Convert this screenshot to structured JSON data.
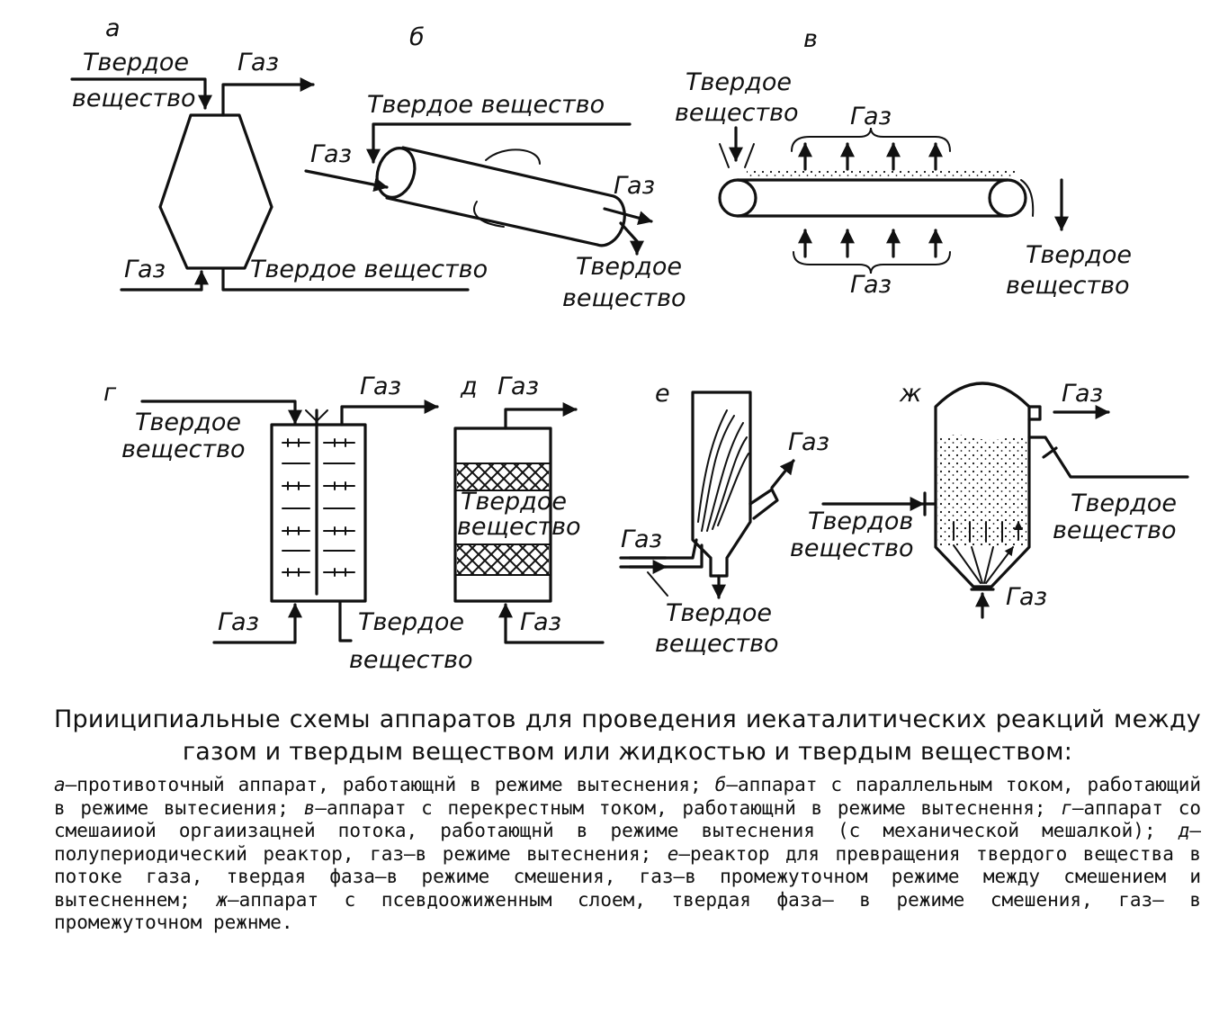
{
  "figure": {
    "panels": {
      "a": {
        "letter": "а",
        "solid_in": [
          "Твердое",
          "вещество"
        ],
        "gas_out": "Газ",
        "gas_in": "Газ",
        "solid_out": "Твердое вещество"
      },
      "b": {
        "letter": "б",
        "solid_in": "Твердое вещество",
        "gas_in": "Газ",
        "gas_out": "Газ",
        "solid_out": [
          "Твердое",
          "вещество"
        ]
      },
      "v": {
        "letter": "в",
        "solid_in": [
          "Твердое",
          "вещество"
        ],
        "gas_top": "Газ",
        "gas_bottom": "Газ",
        "solid_out": [
          "Твердое",
          "вещество"
        ]
      },
      "g": {
        "letter": "г",
        "solid_in": [
          "Твердое",
          "вещество"
        ],
        "gas_out": "Газ",
        "gas_in": "Газ",
        "solid_out": [
          "Твердое",
          "вещество"
        ]
      },
      "d": {
        "letter": "д",
        "gas_out": "Газ",
        "bed": [
          "Твердое",
          "вещество"
        ],
        "gas_in": "Газ"
      },
      "e": {
        "letter": "е",
        "gas_out": "Газ",
        "gas_in": "Газ",
        "solid_out": [
          "Твердое",
          "вещество"
        ]
      },
      "zh": {
        "letter": "ж",
        "gas_out": "Газ",
        "solid_out": [
          "Твердое",
          "вещество"
        ],
        "solid_in": [
          "Твердов",
          "вещество"
        ],
        "gas_in": "Газ"
      }
    }
  },
  "caption": {
    "title": "Прииципиальные схемы аппаратов для проведения иекаталитических реакций между газом и твердым веществом или жидкостью и твердым веществом:",
    "items": [
      {
        "key": "а",
        "text": "—противоточный аппарат, работающнй в режиме вытеснения;"
      },
      {
        "key": "б",
        "text": "—аппарат с параллельным током, работающий в режиме вытесиения;"
      },
      {
        "key": "в",
        "text": "—аппарат с перекрестным током, работающнй в режиме вытеснення;"
      },
      {
        "key": "г",
        "text": "—аппарат со смешаииой оргаиизацней потока, работающнй в режиме вытеснения (с механической мешалкой);"
      },
      {
        "key": "д",
        "text": "—полупериодический реактор, газ—в режиме вытеснения;"
      },
      {
        "key": "е",
        "text": "—реактор для превращения твердого вещества в потоке газа, твердая фаза—в режиме смешения, газ—в промежуточном режиме между смешением и вытесненнем;"
      },
      {
        "key": "ж",
        "text": "—аппарат с псевдоожиженным слоем, твердая фаза— в режиме смешения, газ— в промежуточном режнме."
      }
    ]
  }
}
